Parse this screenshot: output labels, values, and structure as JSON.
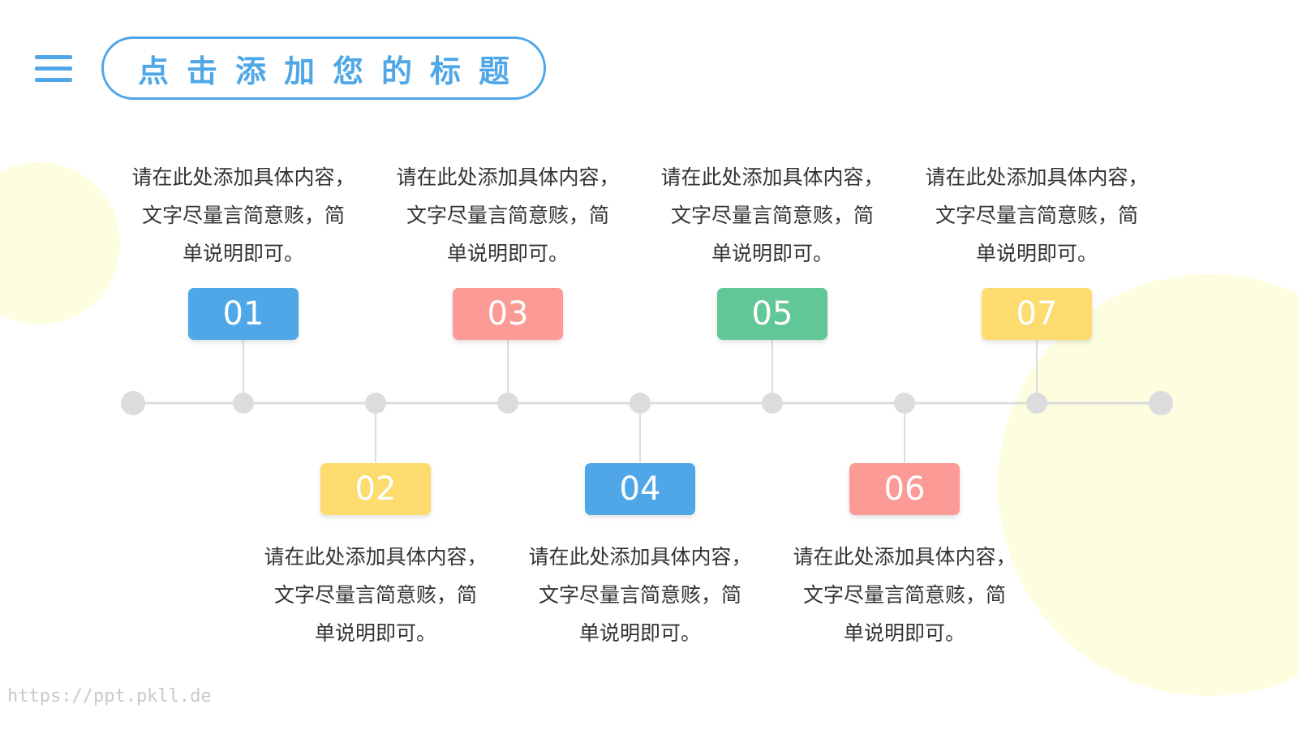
{
  "header": {
    "title": "点击添加您的标题",
    "accent_color": "#4fa7e8",
    "menu_icon": "hamburger-menu-icon"
  },
  "timeline": {
    "line_color": "#dcdcdc",
    "steps": [
      {
        "number": "01",
        "color": "#4fa7e8",
        "position": "top",
        "lines": [
          "请在此处添加具体内容，",
          "文字尽量言简意赅，简",
          "单说明即可。"
        ]
      },
      {
        "number": "02",
        "color": "#fedb6e",
        "position": "bottom",
        "lines": [
          "请在此处添加具体内容，",
          "文字尽量言简意赅，简",
          "单说明即可。"
        ]
      },
      {
        "number": "03",
        "color": "#fc9a95",
        "position": "top",
        "lines": [
          "请在此处添加具体内容，",
          "文字尽量言简意赅，简",
          "单说明即可。"
        ]
      },
      {
        "number": "04",
        "color": "#4fa7e8",
        "position": "bottom",
        "lines": [
          "请在此处添加具体内容，",
          "文字尽量言简意赅，简",
          "单说明即可。"
        ]
      },
      {
        "number": "05",
        "color": "#62c797",
        "position": "top",
        "lines": [
          "请在此处添加具体内容，",
          "文字尽量言简意赅，简",
          "单说明即可。"
        ]
      },
      {
        "number": "06",
        "color": "#fc9a95",
        "position": "bottom",
        "lines": [
          "请在此处添加具体内容，",
          "文字尽量言简意赅，简",
          "单说明即可。"
        ]
      },
      {
        "number": "07",
        "color": "#fedb6e",
        "position": "top",
        "lines": [
          "请在此处添加具体内容，",
          "文字尽量言简意赅，简",
          "单说明即可。"
        ]
      }
    ]
  },
  "watermark": "https://ppt.pkll.de"
}
